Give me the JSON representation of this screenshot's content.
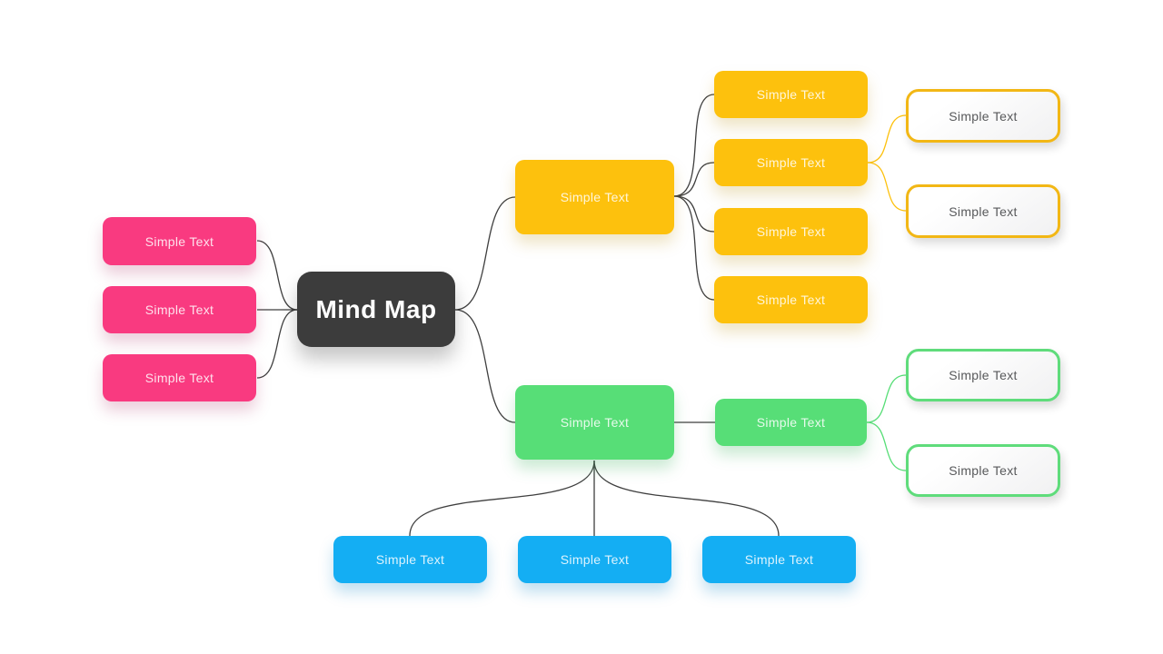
{
  "diagram": {
    "type": "mind-map",
    "center": {
      "label": "Mind Map"
    },
    "colors": {
      "center_fill": "#3c3c3c",
      "pink": "#f93a80",
      "yellow": "#fdc10d",
      "green": "#57de77",
      "blue": "#14aef3",
      "connector_dark": "#3f3f3f",
      "outline_yellow_border": "#f2b715",
      "outline_green_border": "#5fdc7b",
      "outline_text": "#58595b"
    },
    "branches": {
      "pink": {
        "items": [
          {
            "label": "Simple Text"
          },
          {
            "label": "Simple Text"
          },
          {
            "label": "Simple Text"
          }
        ]
      },
      "yellow": {
        "parent": {
          "label": "Simple Text"
        },
        "children": [
          {
            "label": "Simple Text"
          },
          {
            "label": "Simple Text"
          },
          {
            "label": "Simple Text"
          },
          {
            "label": "Simple Text"
          }
        ],
        "leaves": [
          {
            "label": "Simple Text"
          },
          {
            "label": "Simple Text"
          }
        ]
      },
      "green": {
        "parent": {
          "label": "Simple Text"
        },
        "child": {
          "label": "Simple Text"
        },
        "leaves": [
          {
            "label": "Simple Text"
          },
          {
            "label": "Simple Text"
          }
        ]
      },
      "blue": {
        "items": [
          {
            "label": "Simple Text"
          },
          {
            "label": "Simple Text"
          },
          {
            "label": "Simple Text"
          }
        ]
      }
    }
  }
}
